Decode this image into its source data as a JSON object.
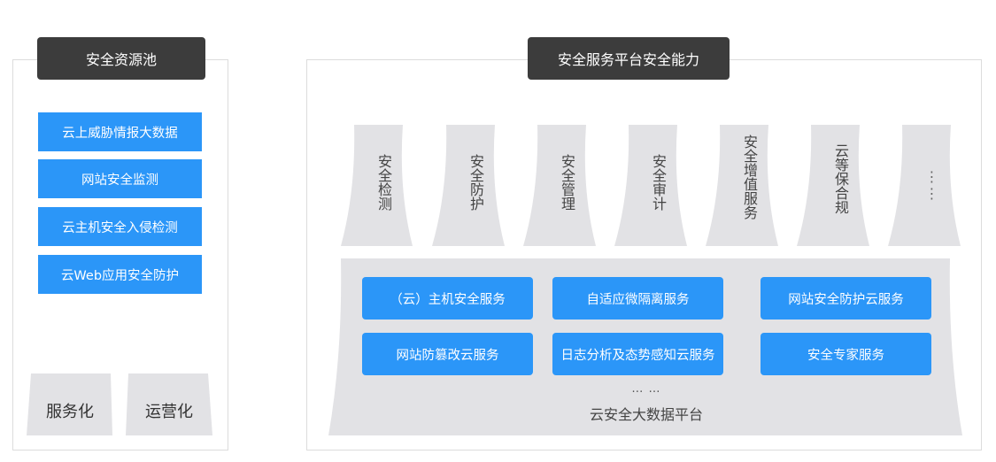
{
  "resource_pool": {
    "title": "安全资源池",
    "items": [
      "云上威胁情报大数据",
      "网站安全监测",
      "云主机安全入侵检测",
      "云Web应用安全防护"
    ],
    "bottom": [
      "服务化",
      "运营化"
    ]
  },
  "platform": {
    "title": "安全服务平台安全能力",
    "capabilities": [
      "安全检测",
      "安全防护",
      "安全管理",
      "安全审计",
      "安全增值服务",
      "云等保合规",
      "⋮⋮"
    ],
    "services": [
      [
        "（云）主机安全服务",
        "自适应微隔离服务",
        "网站安全防护云服务"
      ],
      [
        "网站防篡改云服务",
        "日志分析及态势感知云服务",
        "安全专家服务"
      ]
    ],
    "base_ellipsis": "… …",
    "base_title": "云安全大数据平台"
  },
  "colors": {
    "accent": "#2b96f8",
    "header": "#3c3c3c",
    "shape_gray": "#e2e2e5"
  }
}
